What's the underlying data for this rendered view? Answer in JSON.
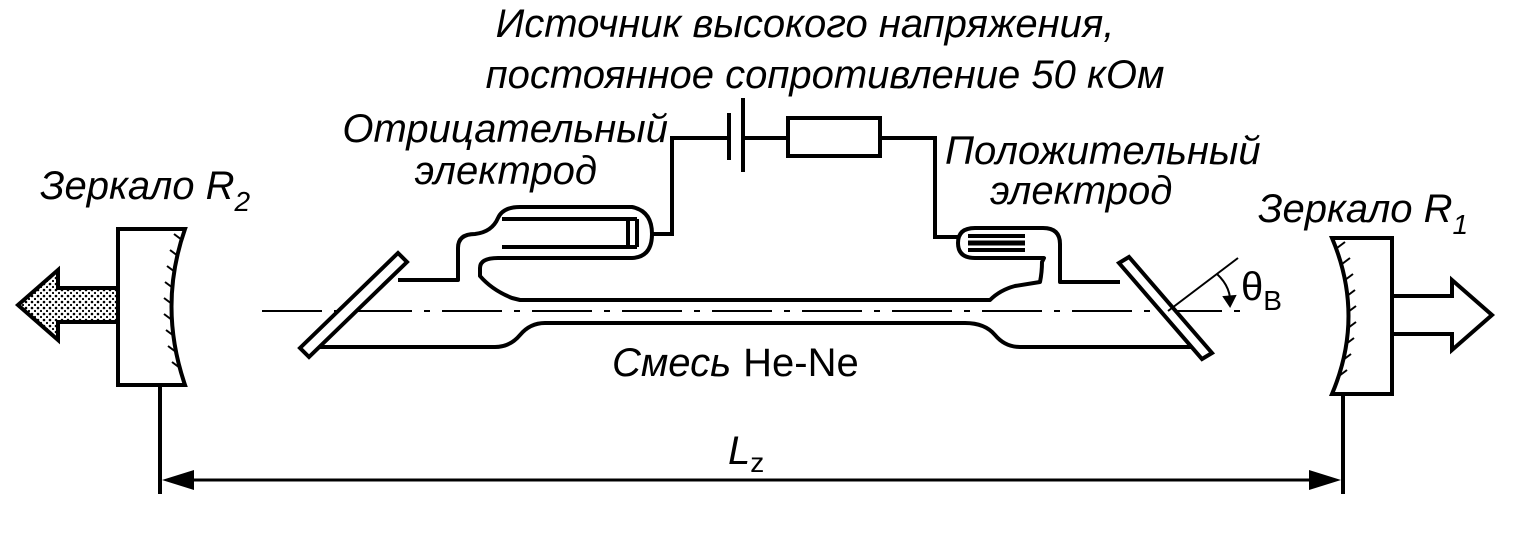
{
  "labels": {
    "source_line1": "Источник высокого напряжения,",
    "source_line2": "постоянное сопротивление 50 кОм",
    "neg_line1": "Отрицательный",
    "neg_line2": "электрод",
    "pos_line1": "Положительный",
    "pos_line2": "электрод",
    "mirror_r2_text": "Зеркало R",
    "mirror_r2_sub": "2",
    "mirror_r1_text": "Зеркало R",
    "mirror_r1_sub": "1",
    "gas_italic": "Смесь",
    "gas_formula": "He-Ne",
    "length_symbol": "L",
    "length_sub": "z",
    "angle_symbol": "θ",
    "angle_sub": "B"
  }
}
